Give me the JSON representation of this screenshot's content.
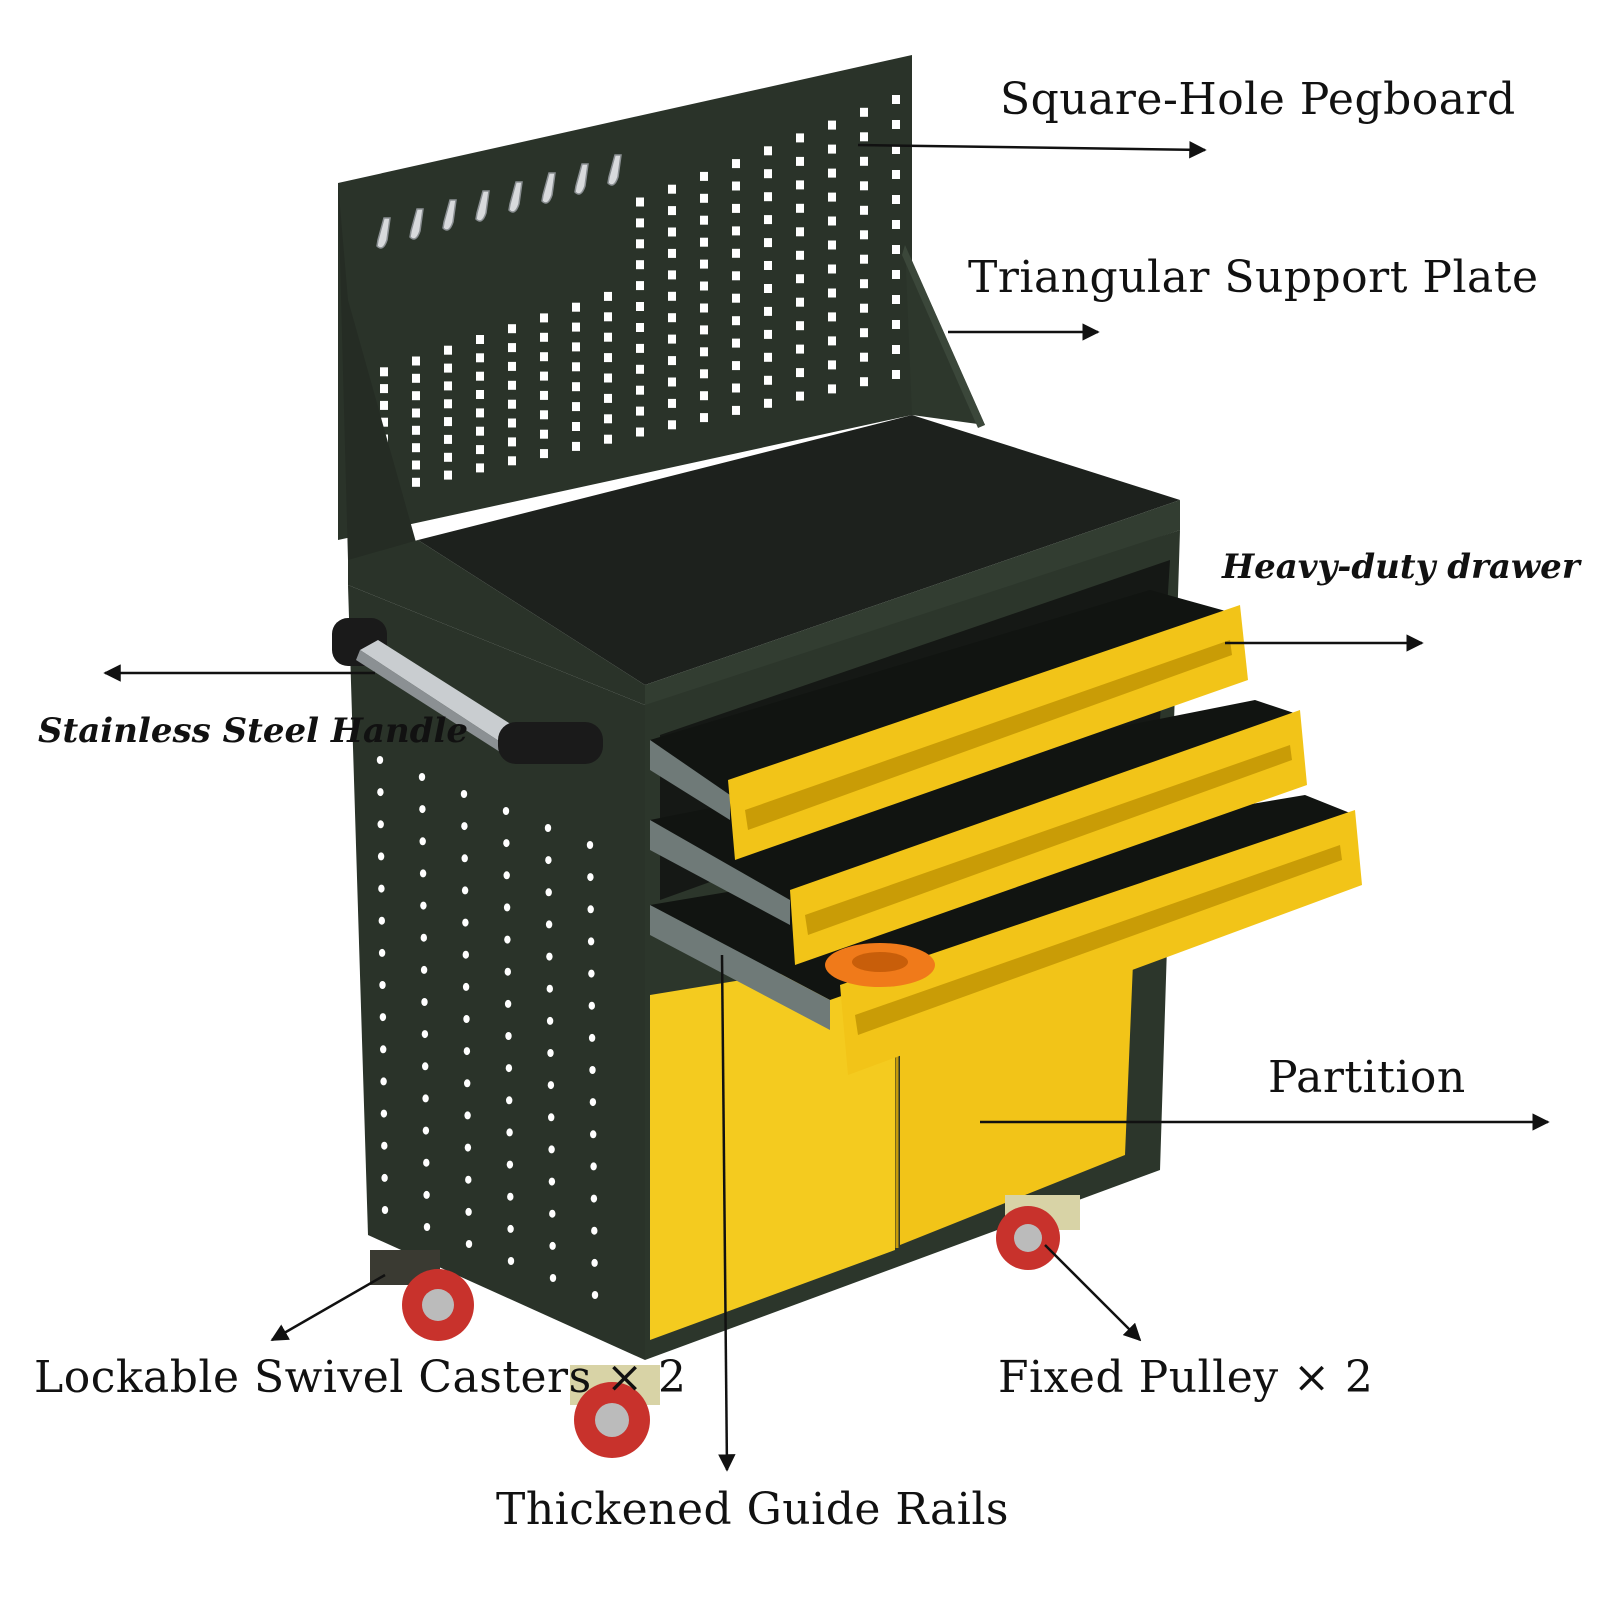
{
  "colors": {
    "body_green": "#2a3329",
    "top_black": "#1d211d",
    "drawer_yellow": "#f2c418",
    "door_yellow": "#f4cb1f",
    "wheel_red": "#c8322c",
    "stopper_orange": "#f07a1a",
    "hole_white": "#ffffff",
    "arrow": "#111111"
  },
  "diagram": {
    "subject": "rolling-tool-cabinet",
    "drawer_count": 3,
    "door_count": 2,
    "labels": {
      "pegboard": "Square-Hole Pegboard",
      "support_plate": "Triangular Support Plate",
      "drawer": "Heavy-duty drawer",
      "handle": "Stainless Steel Handle",
      "partition": "Partition",
      "casters": "Lockable Swivel Casters × 2",
      "pulley": "Fixed Pulley × 2",
      "guide_rails": "Thickened Guide Rails"
    }
  }
}
